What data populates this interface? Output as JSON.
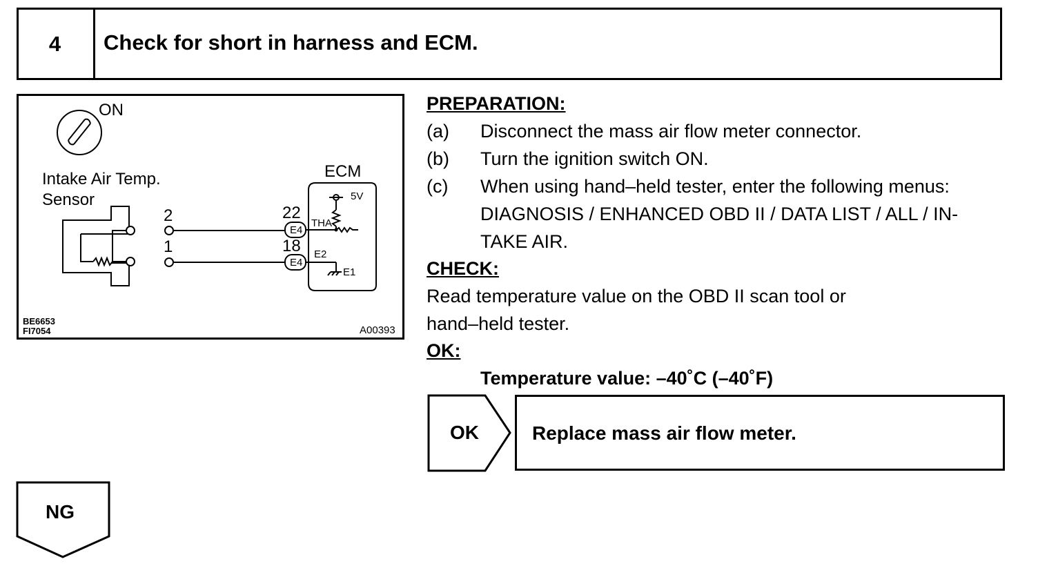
{
  "step": {
    "number": "4",
    "title": "Check for short in harness and ECM."
  },
  "figure": {
    "switch_label": "ON",
    "sensor_label_line1": "Intake Air Temp.",
    "sensor_label_line2": "Sensor",
    "ecm_label": "ECM",
    "pin_2": "2",
    "pin_1": "1",
    "pin_22": "22",
    "pin_18": "18",
    "connector_top": "E4",
    "connector_bottom": "E4",
    "terminal_tha": "THA",
    "terminal_e2": "E2",
    "terminal_e1": "E1",
    "voltage": "5V",
    "code_left_1": "BE6653",
    "code_left_2": "FI7054",
    "code_right": "A00393"
  },
  "preparation": {
    "heading": "PREPARATION:",
    "items": [
      {
        "label": "(a)",
        "text": "Disconnect the mass air flow meter connector."
      },
      {
        "label": "(b)",
        "text": "Turn the ignition switch ON."
      },
      {
        "label": "(c)",
        "text": "When using hand–held tester, enter the following menus:",
        "line2": "DIAGNOSIS / ENHANCED OBD II / DATA LIST / ALL / IN-",
        "line3": "TAKE AIR."
      }
    ]
  },
  "check": {
    "heading": "CHECK:",
    "line1": "Read temperature value on the OBD II scan tool or",
    "line2": "hand–held  tester."
  },
  "ok": {
    "heading": "OK:",
    "spec": "Temperature value:  –40˚C (–40˚F)"
  },
  "result_ok": {
    "tag": "OK",
    "action": "Replace mass air flow meter."
  },
  "result_ng": {
    "tag": "NG"
  }
}
